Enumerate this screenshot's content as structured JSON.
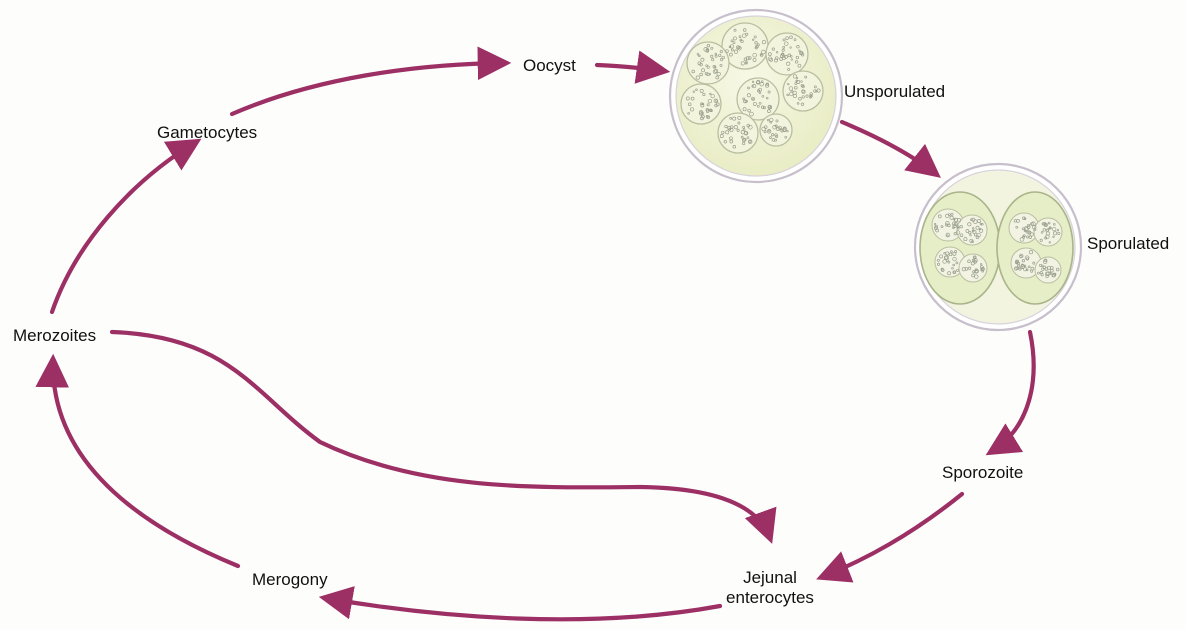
{
  "diagram": {
    "title": "",
    "stages": {
      "oocyst": "Oocyst",
      "unsporulated": "Unsporulated",
      "sporulated": "Sporulated",
      "sporozoite": "Sporozoite",
      "jejunal_line1": "Jejunal",
      "jejunal_line2": "enterocytes",
      "merogony": "Merogony",
      "merozoites": "Merozoites",
      "gametocytes": "Gametocytes"
    },
    "colors": {
      "arrow": "#9c2f63",
      "oocyst_wall": "#c7bfcb",
      "oocyst_fill": "#eef0c8",
      "sporocyst_fill": "#e6eec8",
      "sporocyst_edge": "#a9b48a",
      "granule": "#9aa08e"
    },
    "icons": [
      "unsporulated-oocyst-icon",
      "sporulated-oocyst-icon"
    ]
  }
}
